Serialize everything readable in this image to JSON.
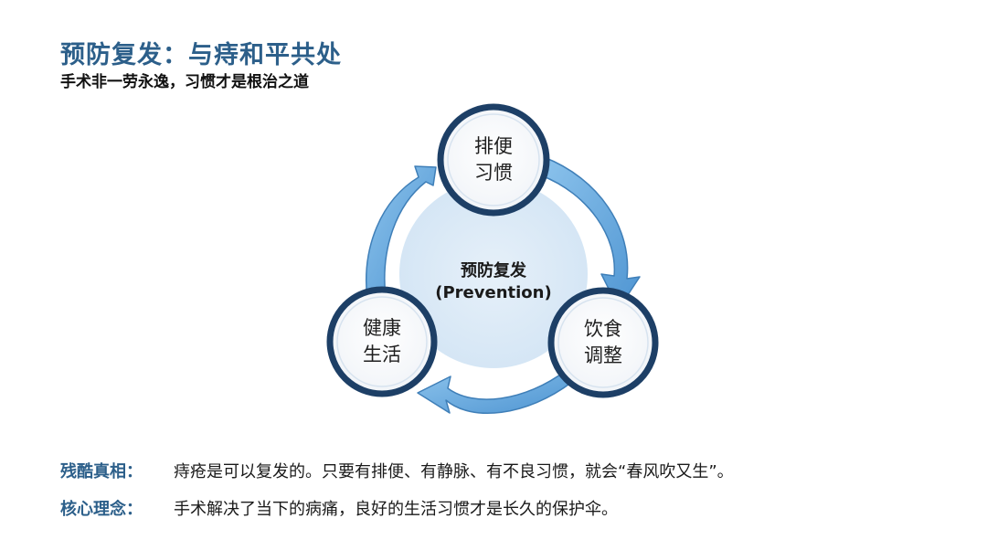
{
  "header": {
    "title": "预防复发：与痔和平共处",
    "subtitle": "手术非一劳永逸，习惯才是根治之道"
  },
  "diagram": {
    "center": {
      "line1": "预防复发",
      "line2": "(Prevention)"
    },
    "nodes": [
      {
        "line1": "排便",
        "line2": "习惯"
      },
      {
        "line1": "饮食",
        "line2": "调整"
      },
      {
        "line1": "健康",
        "line2": "生活"
      }
    ],
    "colors": {
      "ring": "#1d3f66",
      "arrow": "#5da3dc",
      "center_fill": "#dbe9f6"
    }
  },
  "facts": [
    {
      "label": "残酷真相：",
      "text": "痔疮是可以复发的。只要有排便、有静脉、有不良习惯，就会“春风吹又生”。"
    },
    {
      "label": "核心理念：",
      "text": "手术解决了当下的病痛，良好的生活习惯才是长久的保护伞。"
    }
  ],
  "colors": {
    "accent": "#2c5f8a"
  }
}
